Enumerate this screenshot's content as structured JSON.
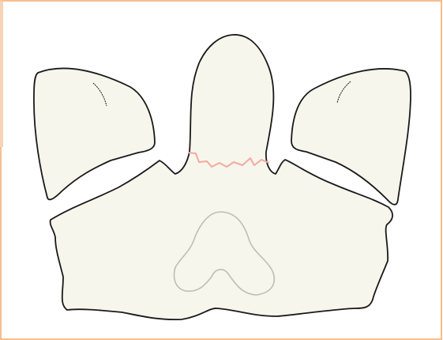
{
  "colors": {
    "border": "#f3a867",
    "border_accent": "#f8d3b5",
    "fill": "#f6f6ec",
    "stroke": "#1a1a1a",
    "suture": "#f4a9a0",
    "faint_outline": "#bdbdb6"
  },
  "parts": {
    "left_lobe": "left-lobe",
    "right_lobe": "right-lobe",
    "center_process": "center-process",
    "base": "base-plate",
    "suture": "suture-line",
    "inner_outline": "inner-outline"
  }
}
